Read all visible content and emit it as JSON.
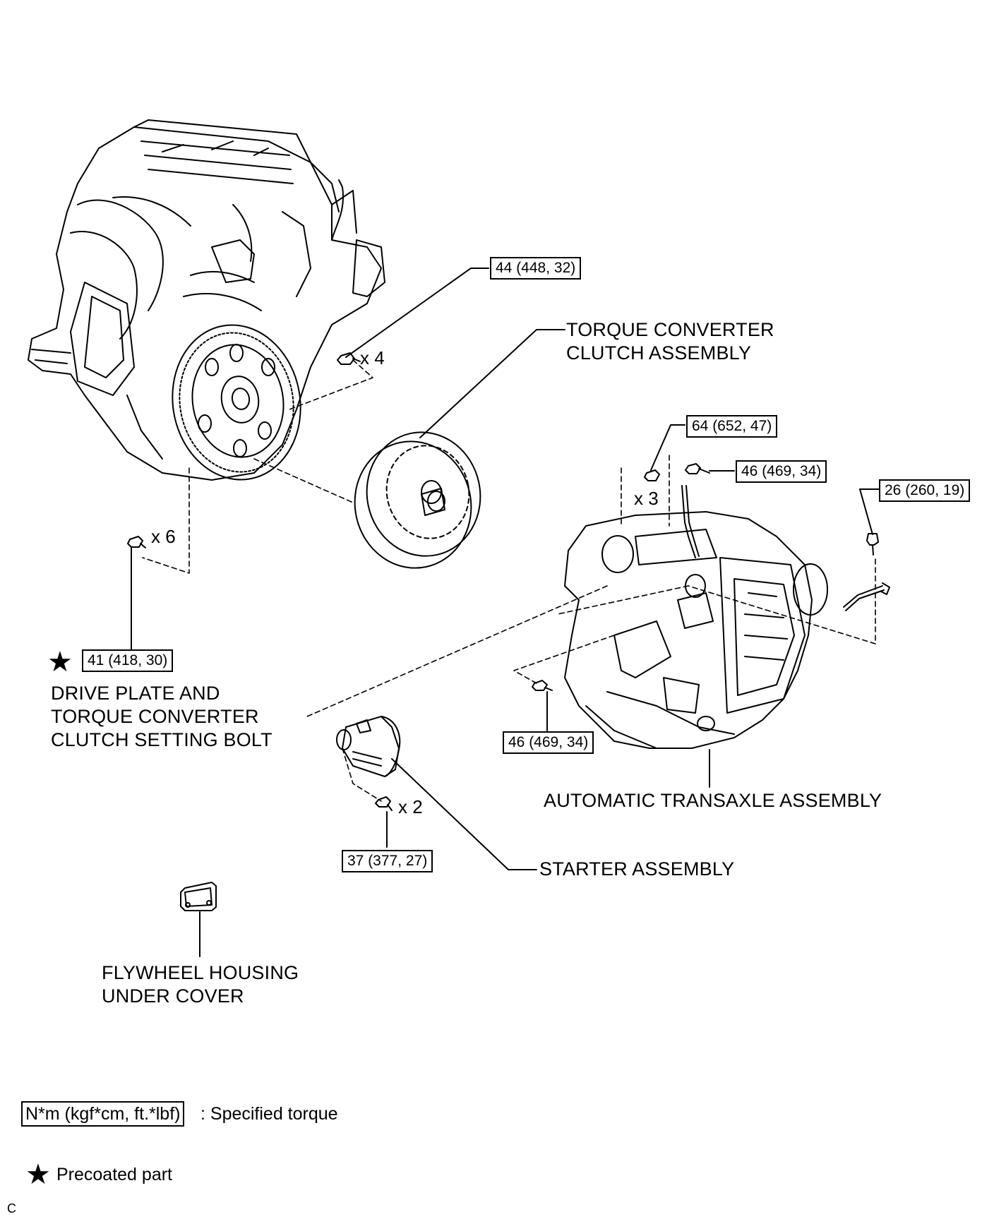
{
  "parts": {
    "torque_converter": [
      "TORQUE CONVERTER",
      "CLUTCH ASSEMBLY"
    ],
    "drive_plate_bolt": [
      "DRIVE PLATE AND",
      "TORQUE CONVERTER",
      "CLUTCH SETTING BOLT"
    ],
    "automatic_transaxle": "AUTOMATIC TRANSAXLE ASSEMBLY",
    "starter": "STARTER ASSEMBLY",
    "flywheel_cover": [
      "FLYWHEEL HOUSING",
      "UNDER COVER"
    ]
  },
  "torques": {
    "t44": "44 (448, 32)",
    "t64": "64 (652, 47)",
    "t46a": "46 (469, 34)",
    "t26": "26 (260, 19)",
    "t41": "41 (418, 30)",
    "t46b": "46 (469, 34)",
    "t37": "37 (377, 27)"
  },
  "quantities": {
    "q4": "x 4",
    "q3": "x 3",
    "q6": "x 6",
    "q2": "x 2"
  },
  "legend": {
    "torque_unit": "N*m (kgf*cm, ft.*lbf)",
    "torque_desc": ": Specified torque",
    "star_symbol": "★",
    "precoated": "Precoated part"
  },
  "figure_code": "C"
}
